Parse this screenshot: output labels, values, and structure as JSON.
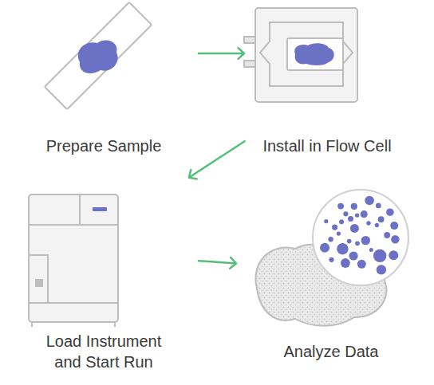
{
  "diagram": {
    "nodes": [
      {
        "text": [
          "Prepare Sample"
        ]
      },
      {
        "text": [
          "Install in Flow Cell"
        ]
      },
      {
        "text": [
          "Load Instrument and Start Run"
        ]
      },
      {
        "text": [
          "Analyze Data"
        ]
      }
    ],
    "edges": [
      {
        "from": 0,
        "to": 1,
        "arrow": "to"
      },
      {
        "from": 1,
        "to": 2,
        "arrow": "to"
      },
      {
        "from": 2,
        "to": 3,
        "arrow": "to"
      }
    ]
  }
}
